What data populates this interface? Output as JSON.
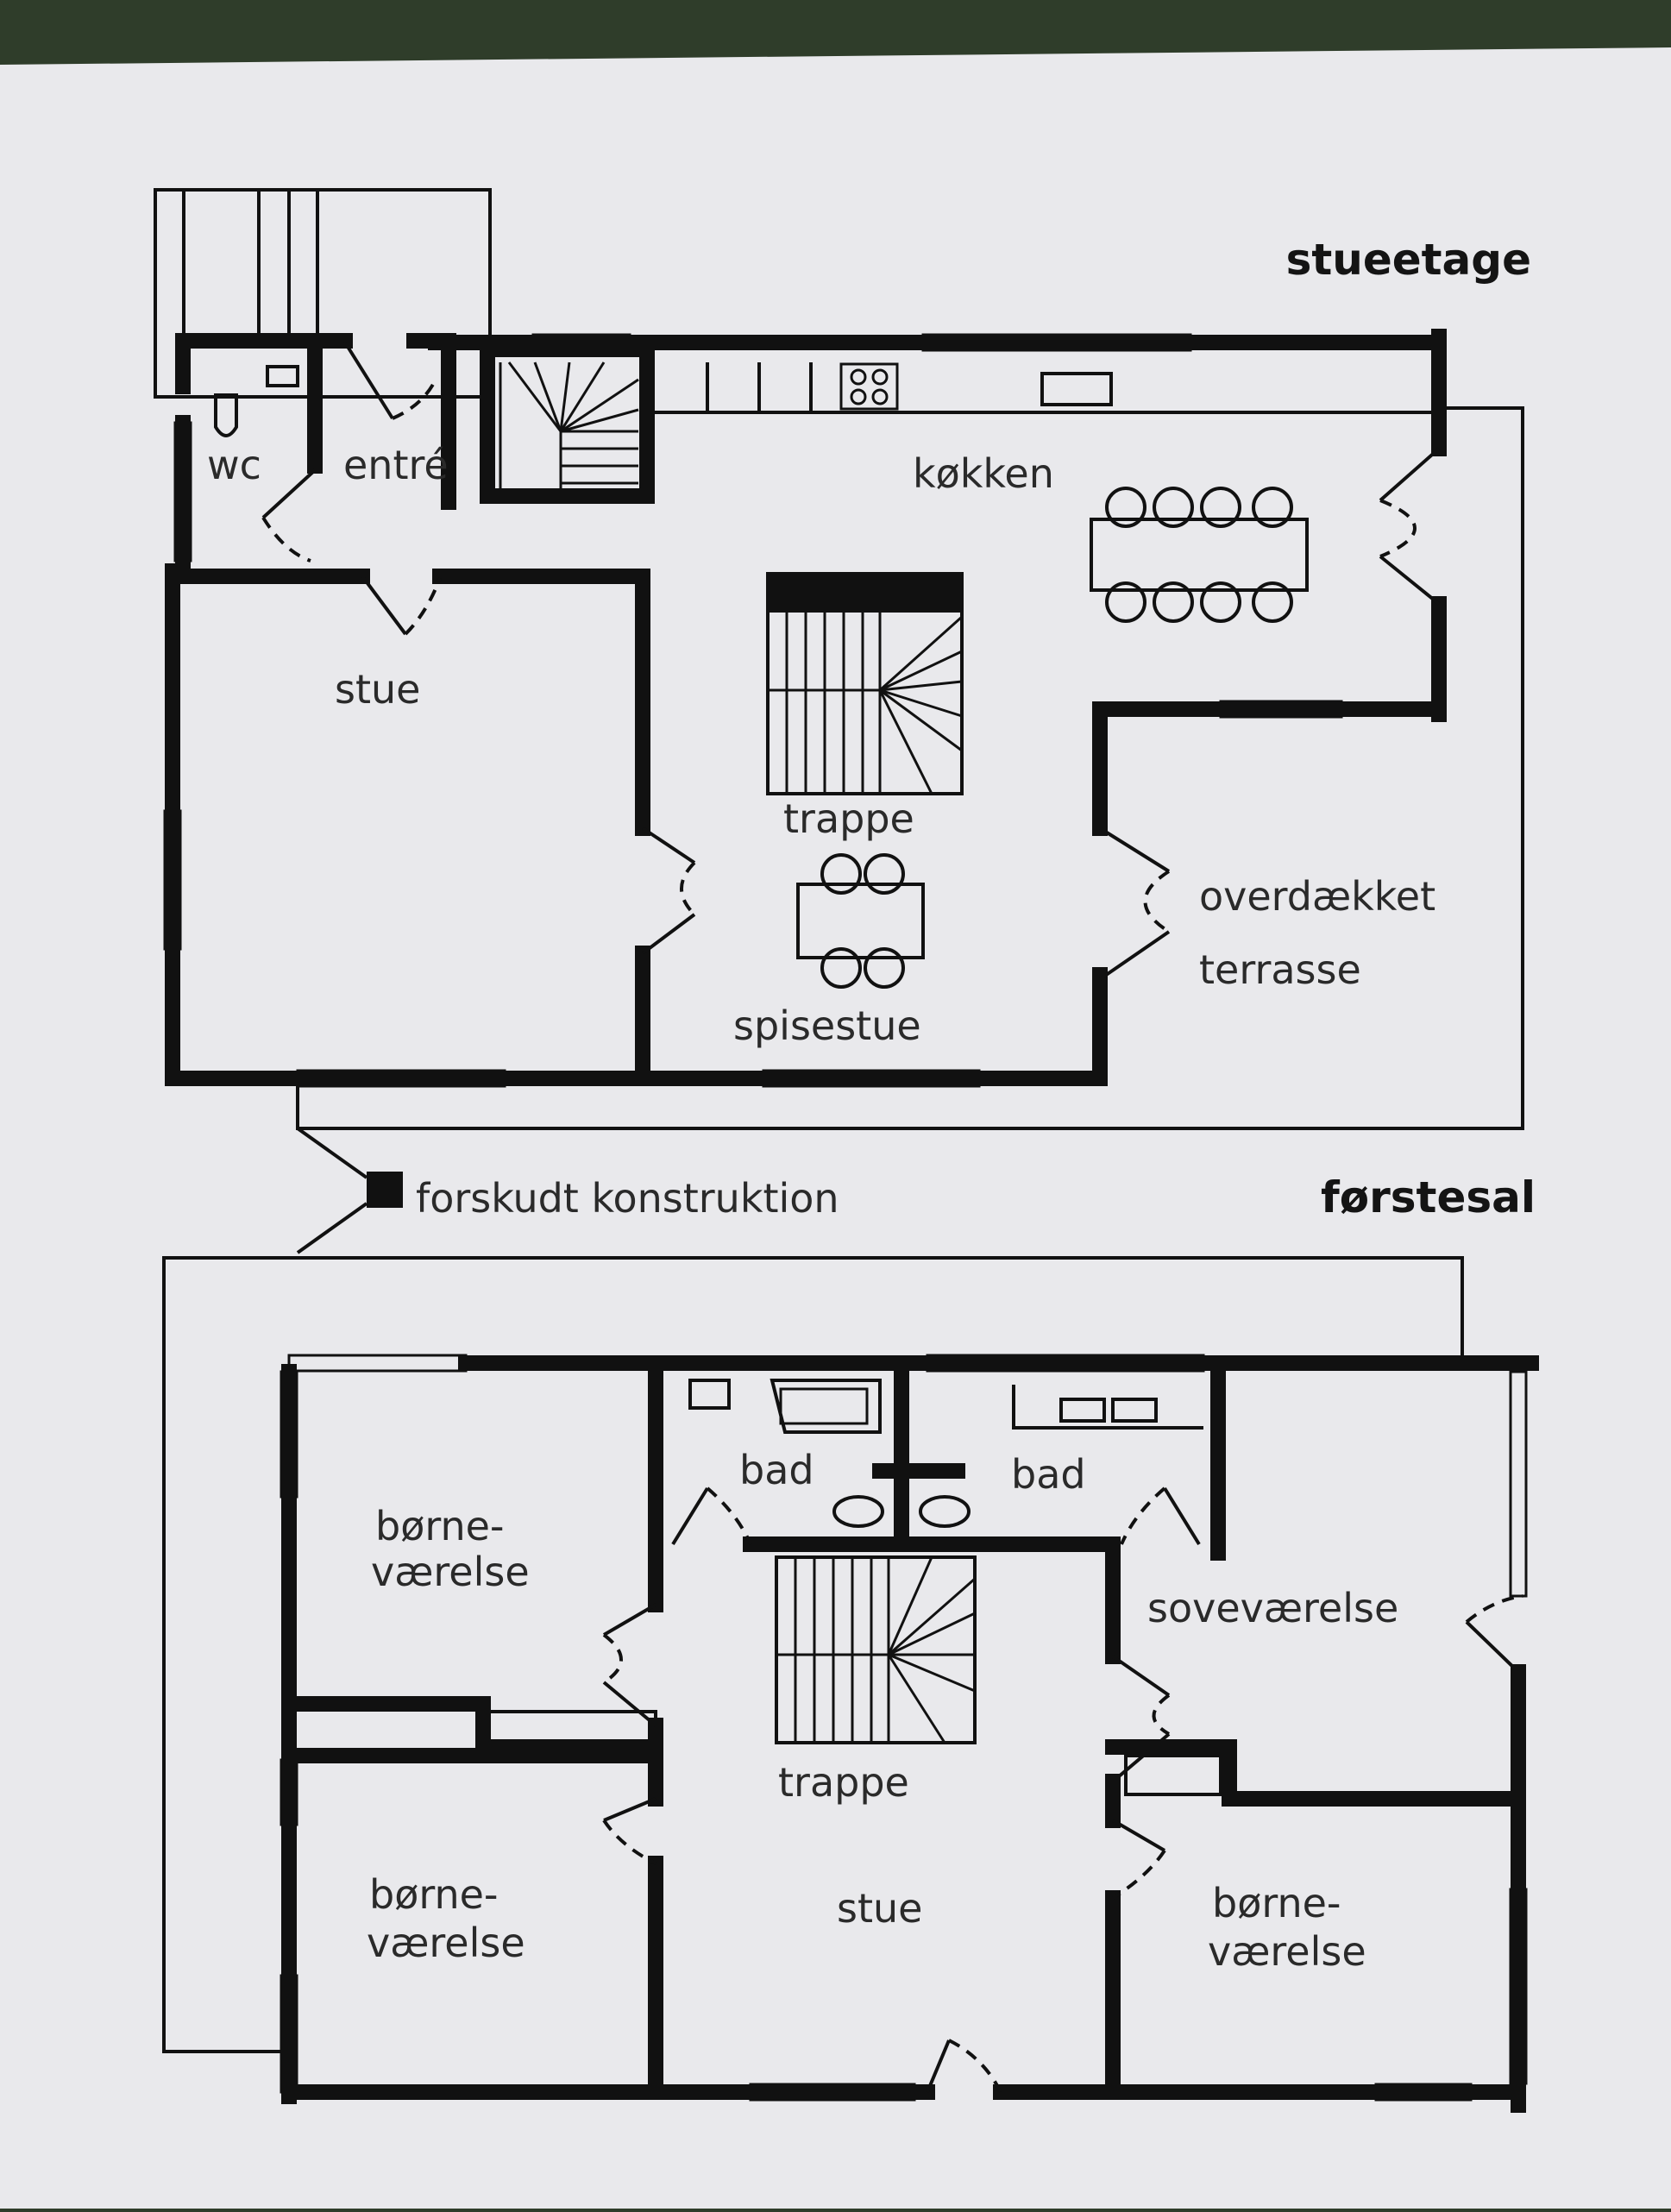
{
  "headings": {
    "ground_floor": "stueetage",
    "first_floor": "førstesal"
  },
  "ground_rooms": {
    "wc": "wc",
    "entry": "entré",
    "kitchen": "køkken",
    "living": "stue",
    "stairs": "trappe",
    "dining": "spisestue",
    "terrace_line1": "overdækket",
    "terrace_line2": "terrasse"
  },
  "legend": {
    "offset_construction": "forskudt konstruktion"
  },
  "first_rooms": {
    "bath_left": "bad",
    "bath_right": "bad",
    "kids_top_line1": "børne-",
    "kids_top_line2": "værelse",
    "bedroom": "soveværelse",
    "stairs": "trappe",
    "living": "stue",
    "kids_bottom_left_line1": "børne-",
    "kids_bottom_left_line2": "værelse",
    "kids_bottom_right_line1": "børne-",
    "kids_bottom_right_line2": "værelse"
  },
  "colors": {
    "paper": "#e9e9ec",
    "ink": "#111111",
    "background": "#2f3d2a"
  }
}
